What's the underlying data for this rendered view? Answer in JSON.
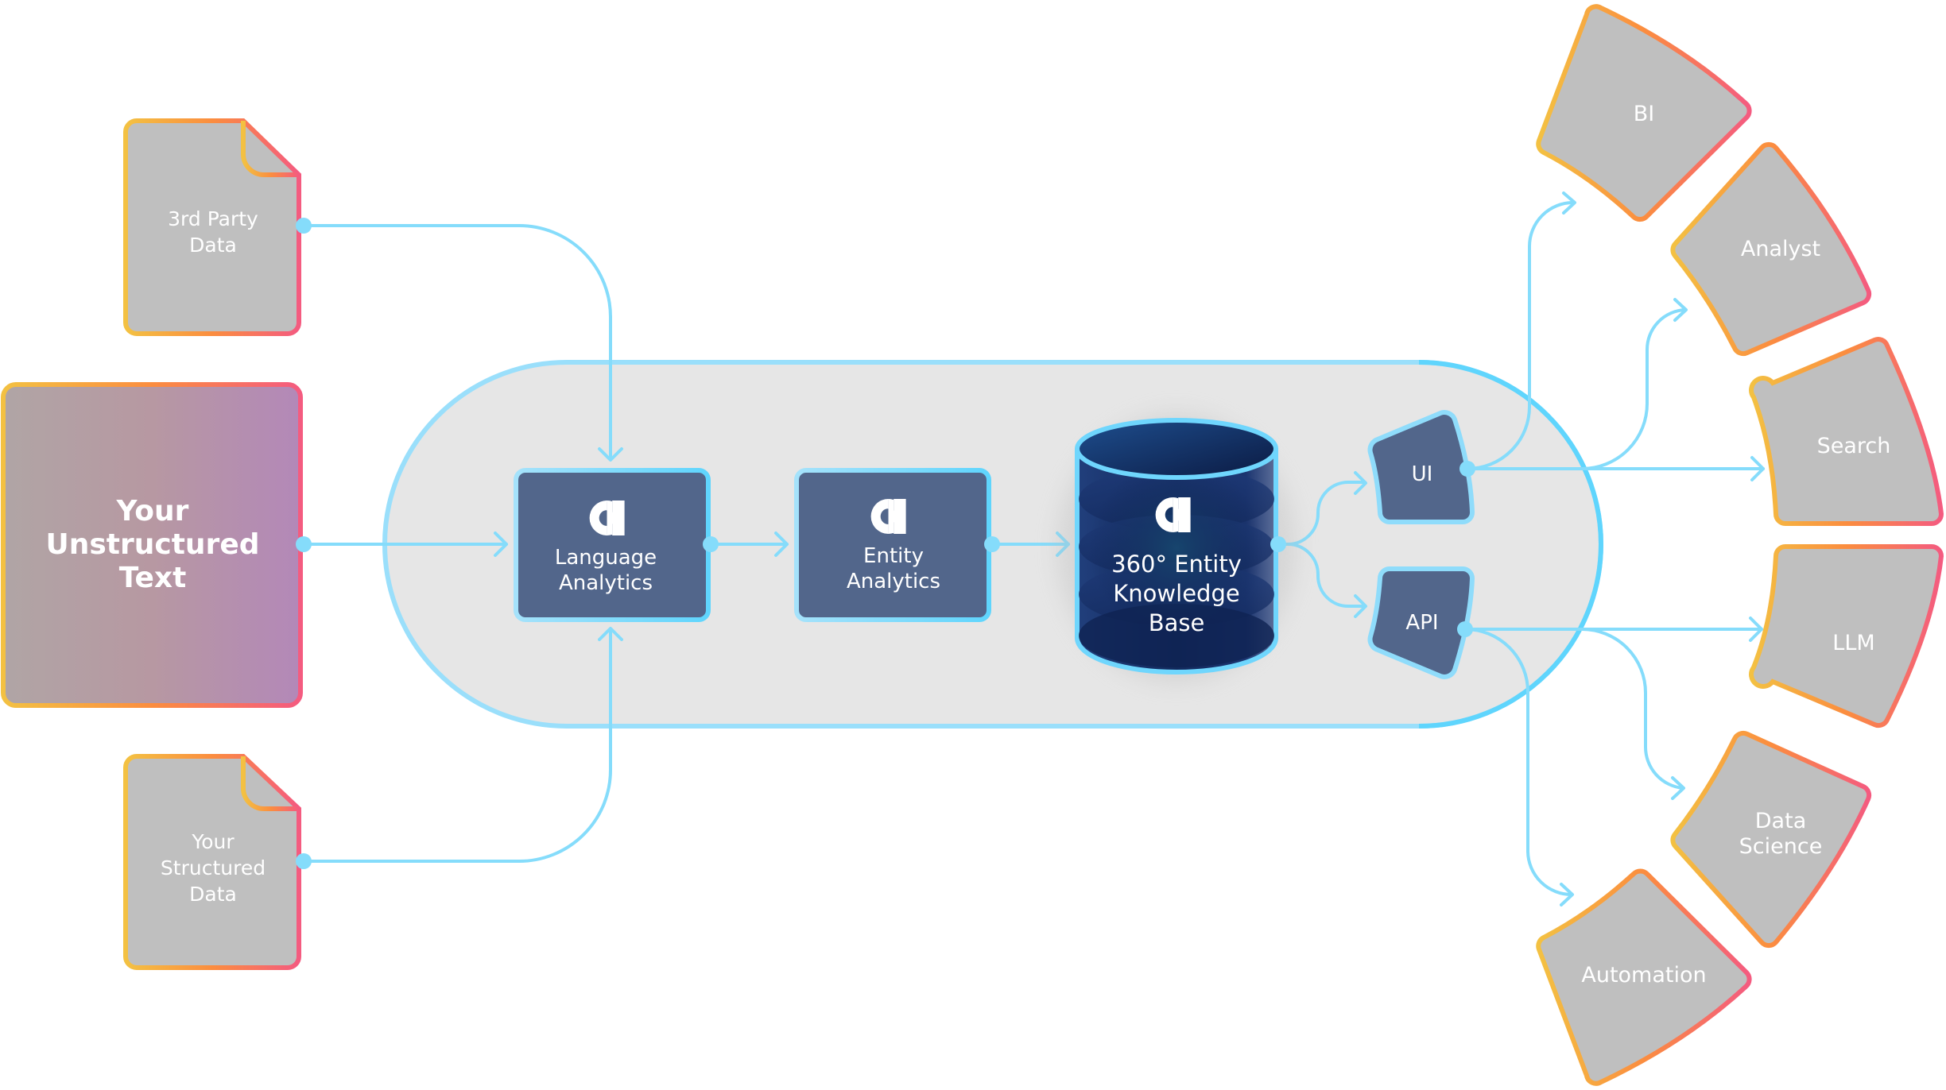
{
  "inputs": {
    "third_party": {
      "lines": [
        "3rd Party",
        "Data"
      ]
    },
    "unstructured": {
      "lines": [
        "Your",
        "Unstructured",
        "Text"
      ]
    },
    "structured": {
      "lines": [
        "Your",
        "Structured",
        "Data"
      ]
    }
  },
  "pipeline": {
    "language": {
      "lines": [
        "Language",
        "Analytics"
      ],
      "icon": "ai-logo-icon"
    },
    "entity": {
      "lines": [
        "Entity",
        "Analytics"
      ],
      "icon": "ai-logo-icon"
    },
    "knowledge_base": {
      "lines": [
        "360° Entity",
        "Knowledge",
        "Base"
      ],
      "icon": "ai-logo-icon"
    }
  },
  "interfaces": {
    "ui": {
      "label": "UI"
    },
    "api": {
      "label": "API"
    }
  },
  "outputs": [
    {
      "id": "bi",
      "lines": [
        "BI"
      ]
    },
    {
      "id": "analyst",
      "lines": [
        "Analyst"
      ]
    },
    {
      "id": "search",
      "lines": [
        "Search"
      ]
    },
    {
      "id": "llm",
      "lines": [
        "LLM"
      ]
    },
    {
      "id": "data-science",
      "lines": [
        "Data",
        "Science"
      ]
    },
    {
      "id": "automation",
      "lines": [
        "Automation"
      ]
    }
  ],
  "colors": {
    "connector": "#85dcfb",
    "pipeline_box": "#52668b",
    "pipeline_border": "#8fdcfb",
    "container_fill": "#e6e6e6",
    "container_border": "#6fd6fd",
    "doc_fill": "#bfbfbf",
    "gradient_start": "#f3c142",
    "gradient_mid": "#fb8d3f",
    "gradient_end": "#f45b80",
    "unstructured_fill_start": "#b0a5a5",
    "unstructured_fill_end": "#b388b8",
    "db_dark": "#0d1c44",
    "db_mid": "#1b3a78"
  }
}
